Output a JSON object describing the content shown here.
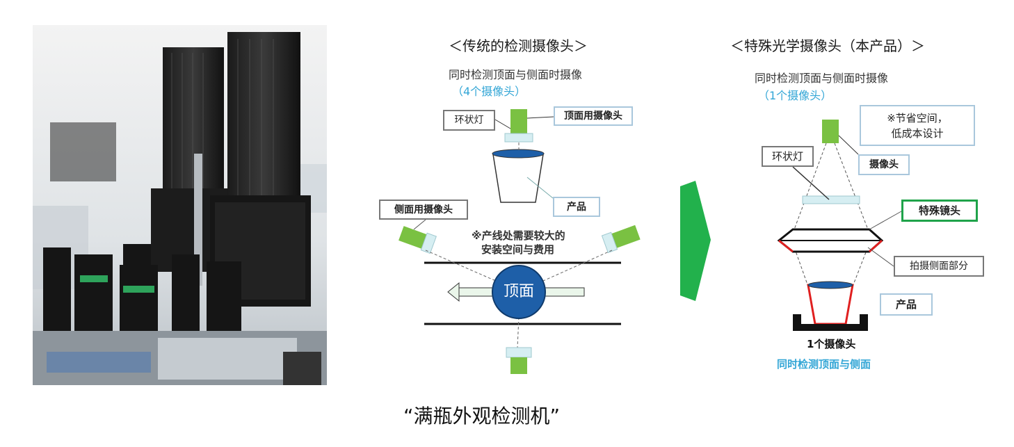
{
  "photo": {
    "alt_subject": "machine-photo"
  },
  "left_panel": {
    "title": "＜传统的检测摄像头＞",
    "subtitle": "同时检测顶面与侧面时摄像",
    "camera_count": "（4个摄像头）",
    "ring_light_label": "环状灯",
    "top_camera_label": "顶面用摄像头",
    "product_label": "产品",
    "side_camera_label": "侧面用摄像头",
    "note_line1": "※产线处需要较大的",
    "note_line2": "安装空间与费用",
    "top_face_label": "顶面"
  },
  "right_panel": {
    "title": "＜特殊光学摄像头（本产品）＞",
    "subtitle": "同时检测顶面与侧面时摄像",
    "camera_count": "（1个摄像头）",
    "saving_line1": "※节省空间，",
    "saving_line2": "低成本设计",
    "ring_light_label": "环状灯",
    "camera_label": "摄像头",
    "lens_label": "特殊镜头",
    "side_part_label": "拍摄侧面部分",
    "product_label": "产品",
    "one_camera_label": "1个摄像头",
    "simultaneous_label": "同时检测顶面与侧面"
  },
  "caption": "“满瓶外观检测机”",
  "colors": {
    "camera_green": "#7ac142",
    "ring_light": "#d6eef2",
    "cup_blue": "#1e5fa8",
    "cyan_text": "#33a6d6",
    "arrow_green": "#22b14c",
    "lens_red": "#e02020"
  }
}
